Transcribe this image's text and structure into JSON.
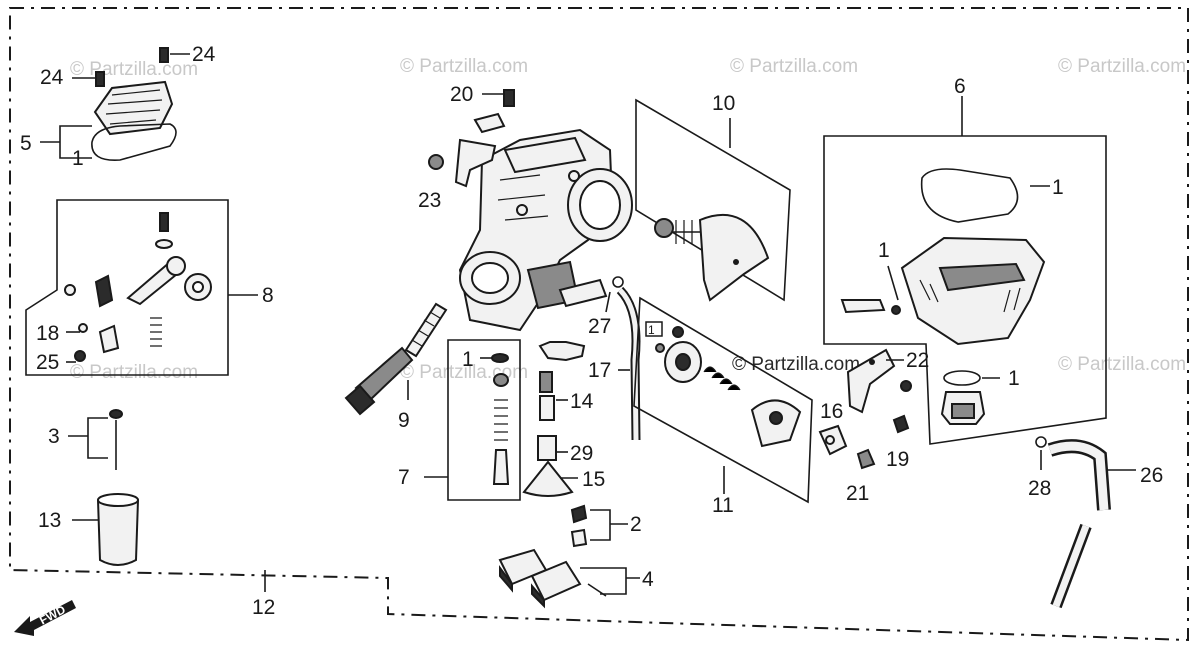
{
  "watermark": "© Partzilla.com",
  "fwd_label": "FWD",
  "callouts": {
    "c1_cap": "1",
    "c1_float": "1",
    "c1_screw": "1",
    "c1_ring": "1",
    "c1_jet": "1",
    "c1_valve": "1",
    "c2": "2",
    "c3": "3",
    "c4": "4",
    "c5": "5",
    "c6": "6",
    "c7": "7",
    "c8": "8",
    "c9": "9",
    "c10": "10",
    "c11": "11",
    "c12": "12",
    "c13": "13",
    "c14": "14",
    "c15": "15",
    "c16": "16",
    "c17": "17",
    "c18": "18",
    "c19": "19",
    "c20": "20",
    "c21": "21",
    "c22": "22",
    "c23": "23",
    "c24a": "24",
    "c24b": "24",
    "c25": "25",
    "c26": "26",
    "c27": "27",
    "c28": "28",
    "c29": "29"
  }
}
